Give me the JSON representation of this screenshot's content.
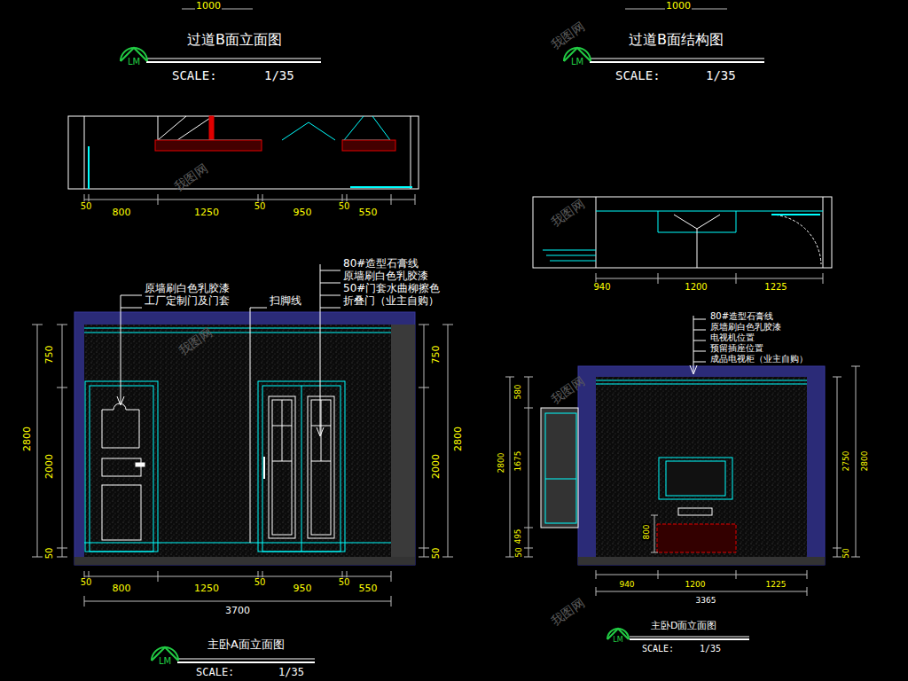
{
  "diagram": {
    "labels": [
      "1000",
      "1000",
      "过道B面立面图",
      "LM",
      "SCALE:",
      "1/35",
      "过道B面结构图",
      "LM",
      "SCALE:",
      "1/35",
      "50",
      "800",
      "1250",
      "50",
      "950",
      "50",
      "550",
      "940",
      "1200",
      "1225",
      "80#造型石膏线",
      "原墙刷白色乳胶漆",
      "50#门套水曲柳擦色",
      "折叠门（业主自购）",
      "原墙刷白色乳胶漆",
      "工厂定制门及门套",
      "扫脚线",
      "750",
      "2800",
      "2000",
      "50",
      "750",
      "2800",
      "2000",
      "50",
      "50",
      "800",
      "1250",
      "50",
      "950",
      "50",
      "550",
      "3700",
      "主卧A面立面图",
      "LM",
      "SCALE:",
      "1/35",
      "80#造型石膏线",
      "原墙刷白色乳胶漆",
      "电视机位置",
      "预留插座位置",
      "成品电视柜（业主自购）",
      "580",
      "2800",
      "1675",
      "495",
      "50",
      "800",
      "2750",
      "2800",
      "50",
      "940",
      "1200",
      "1225",
      "3365",
      "主卧D面立面图",
      "LM",
      "SCALE:",
      "1/35",
      "我图网",
      "我图网",
      "我图网",
      "我图网",
      "我图网",
      "我图网"
    ]
  }
}
